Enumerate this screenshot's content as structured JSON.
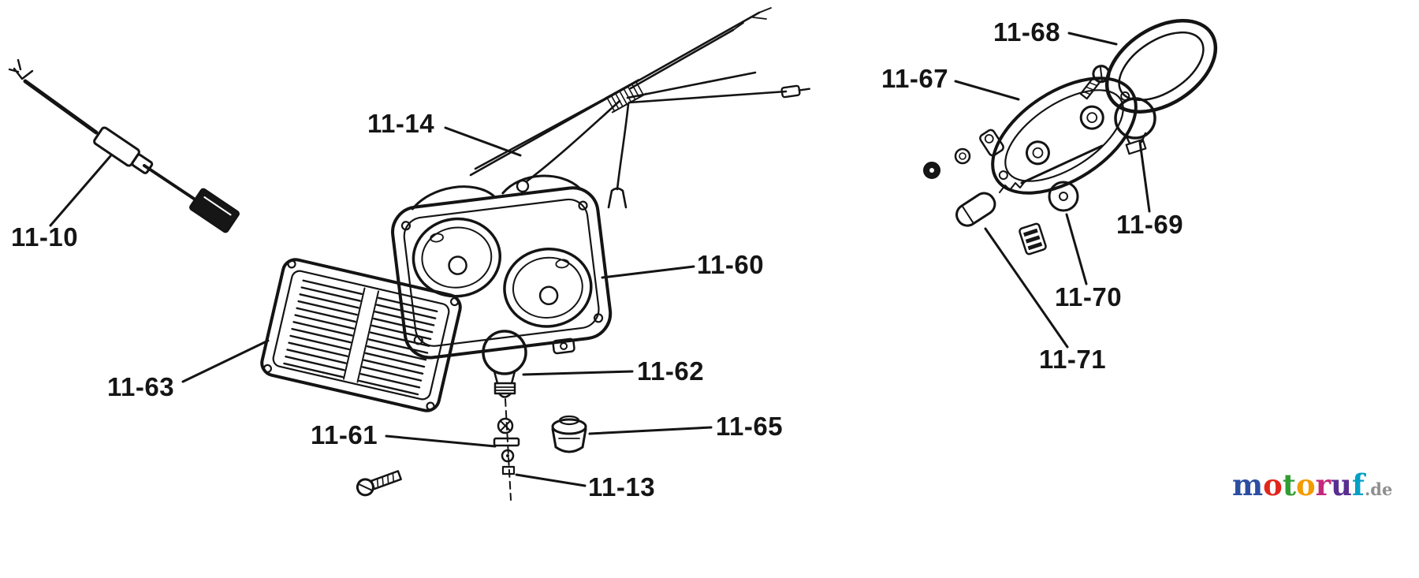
{
  "page": {
    "background": "#ffffff",
    "ink": "#141414"
  },
  "labels": {
    "l11_10": "11-10",
    "l11_13": "11-13",
    "l11_14": "11-14",
    "l11_60": "11-60",
    "l11_61": "11-61",
    "l11_62": "11-62",
    "l11_63": "11-63",
    "l11_65": "11-65",
    "l11_67": "11-67",
    "l11_68": "11-68",
    "l11_69": "11-69",
    "l11_70": "11-70",
    "l11_71": "11-71"
  },
  "watermark": {
    "letters": [
      {
        "ch": "m",
        "color": "#2b4ea2"
      },
      {
        "ch": "o",
        "color": "#e2261c"
      },
      {
        "ch": "t",
        "color": "#2f9e33"
      },
      {
        "ch": "o",
        "color": "#f49b00"
      },
      {
        "ch": "r",
        "color": "#c4287a"
      },
      {
        "ch": "u",
        "color": "#5a2d91"
      },
      {
        "ch": "f",
        "color": "#00a0c6"
      }
    ],
    "suffix": ".de",
    "suffix_color": "#8f8f8f"
  }
}
